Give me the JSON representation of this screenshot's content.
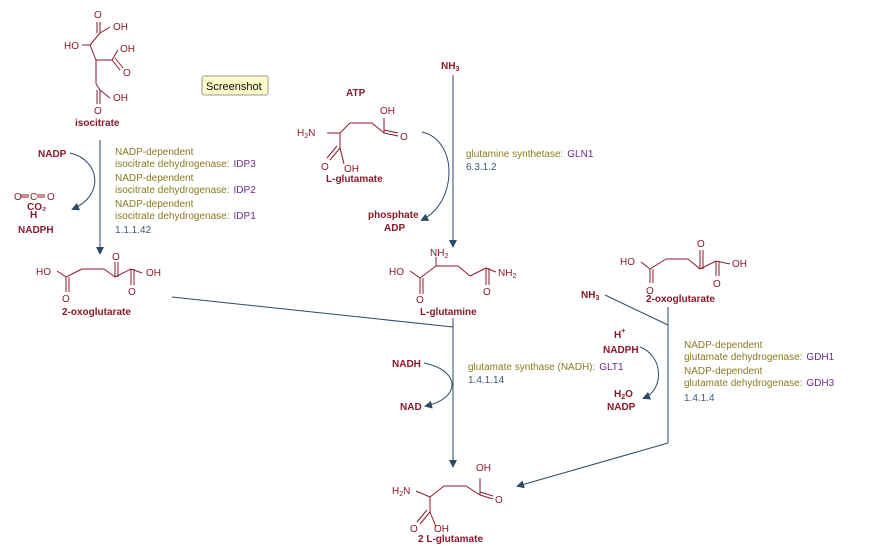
{
  "badge": "Screenshot",
  "labels": {
    "isocitrate": "isocitrate",
    "oxoglutarate_left": "2-oxoglutarate",
    "oxoglutarate_right": "2-oxoglutarate",
    "l_glutamate_top": "L-glutamate",
    "l_glutamine": "L-glutamine",
    "two_l_glutamate": "2 L-glutamate"
  },
  "cofactors": {
    "nadp_in": "NADP",
    "nadph_out": "NADPH",
    "co2": "CO₂",
    "atp": "ATP",
    "nh3_top": "NH",
    "nh3_top_sub": "3",
    "phosphate": "phosphate",
    "adp": "ADP",
    "nadh": "NADH",
    "nad": "NAD",
    "nh3_right": "NH",
    "nh3_right_sub": "3",
    "h_plus": "H",
    "h_plus_sup": "+",
    "nadph_in": "NADPH",
    "h2o": "H",
    "h2o_sub": "2",
    "h2o_tail": "O",
    "nadp_out": "NADP"
  },
  "atoms": {
    "O": "O",
    "OH": "OH",
    "HO": "HO",
    "H2N": "H",
    "H2N_sub": "2",
    "H2N_tail": "N",
    "NH2": "NH",
    "NH2_sub": "2",
    "H": "H",
    "C": "C"
  },
  "reactions": {
    "idp": {
      "lines": [
        {
          "enzyme": "NADP-dependent",
          "gene": ""
        },
        {
          "enzyme": "isocitrate dehydrogenase:",
          "gene": "IDP3"
        },
        {
          "enzyme": "NADP-dependent",
          "gene": ""
        },
        {
          "enzyme": "isocitrate dehydrogenase:",
          "gene": "IDP2"
        },
        {
          "enzyme": "NADP-dependent",
          "gene": ""
        },
        {
          "enzyme": "isocitrate dehydrogenase:",
          "gene": "IDP1"
        }
      ],
      "ec": "1.1.1.42"
    },
    "gln1": {
      "enzyme": "glutamine synthetase:",
      "gene": "GLN1",
      "ec": "6.3.1.2"
    },
    "glt1": {
      "enzyme": "glutamate synthase (NADH):",
      "gene": "GLT1",
      "ec": "1.4.1.14"
    },
    "gdh": {
      "lines": [
        {
          "enzyme": "NADP-dependent",
          "gene": ""
        },
        {
          "enzyme": "glutamate dehydrogenase:",
          "gene": "GDH1"
        },
        {
          "enzyme": "NADP-dependent",
          "gene": ""
        },
        {
          "enzyme": "glutamate dehydrogenase:",
          "gene": "GDH3"
        }
      ],
      "ec": "1.4.1.4"
    }
  },
  "colors": {
    "molecule": "#8b1a2b",
    "enzyme": "#8a7a1e",
    "gene": "#6e2d8a",
    "ec_number": "#3b5a78",
    "arrow": "#2d4a66"
  }
}
